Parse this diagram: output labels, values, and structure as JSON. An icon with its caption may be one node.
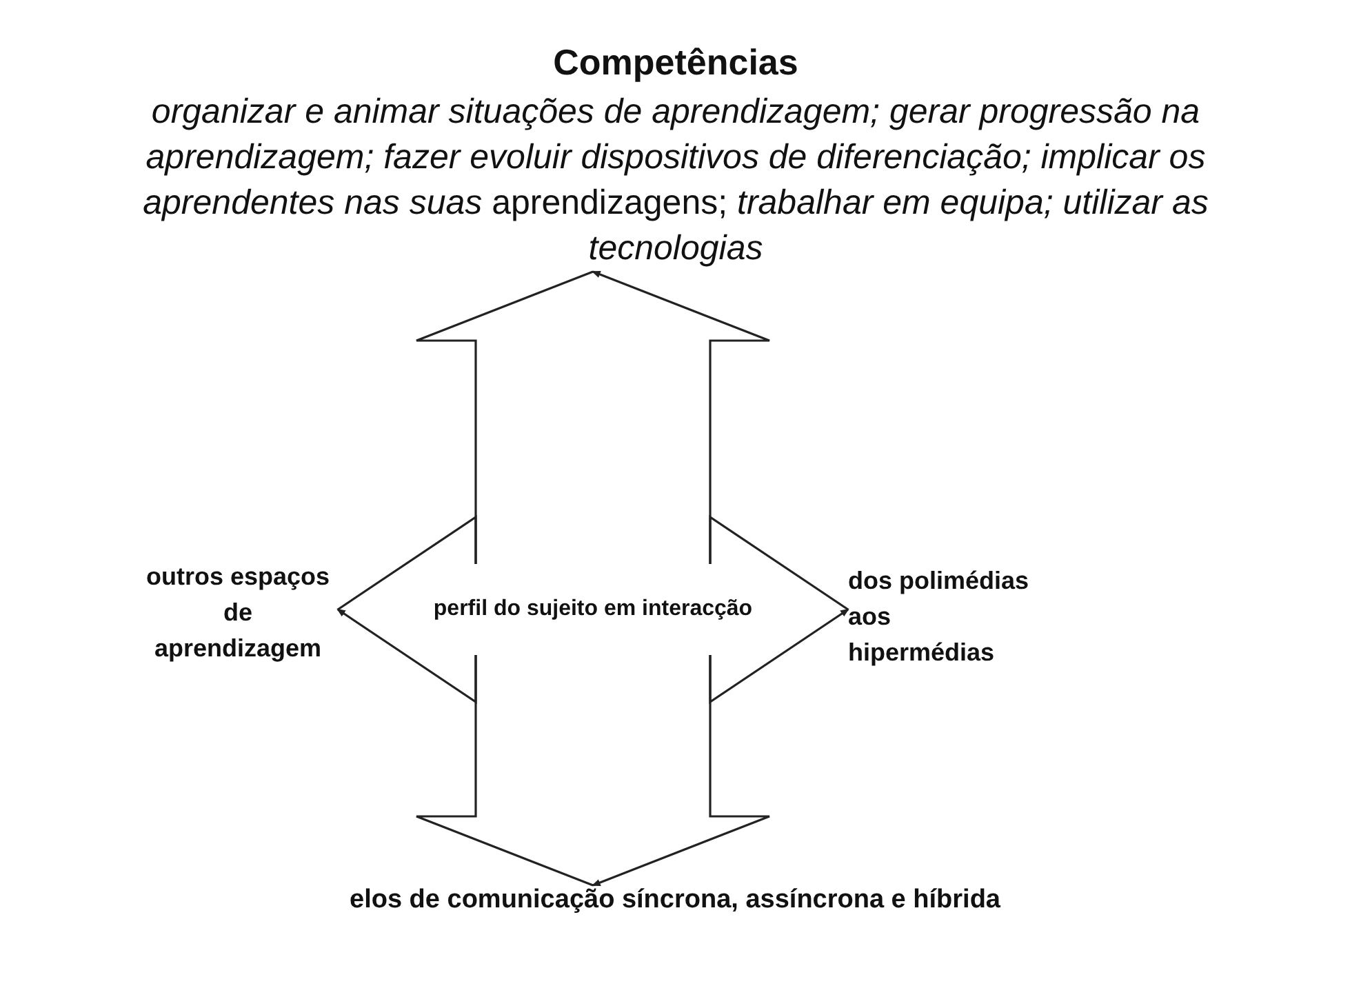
{
  "diagram": {
    "nodes": [
      {
        "text": [
          "Competências",
          "*organizar e animar situações de aprendizagem; gerar progressão na aprendizagem; fazer evoluir dispositivos de diferenciação; implicar os aprendentes nas suas* aprendizagens; *trabalhar em equipa; utilizar as tecnologias*"
        ]
      },
      {
        "text": [
          "outros espaços de aprendizagem"
        ]
      },
      {
        "text": [
          "perfil do sujeito em interacção"
        ]
      },
      {
        "text": [
          "dos polimédias aos hipermédias"
        ]
      },
      {
        "text": [
          "elos de comunicação síncrona, assíncrona e híbrida"
        ]
      }
    ],
    "edges": [
      {
        "from": 2,
        "to": 0,
        "arrow": "to"
      },
      {
        "from": 2,
        "to": 1,
        "arrow": "to"
      },
      {
        "from": 2,
        "to": 3,
        "arrow": "to"
      },
      {
        "from": 2,
        "to": 4,
        "arrow": "to"
      }
    ]
  }
}
